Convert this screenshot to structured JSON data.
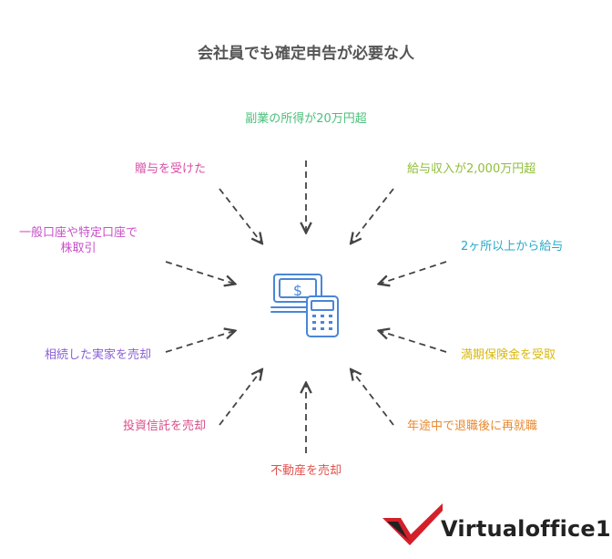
{
  "title": "会社員でも確定申告が必要な人",
  "center_icon": "cash-calculator-icon",
  "items": [
    {
      "text": "副業の所得が20万円超",
      "color": "#4bbf7a"
    },
    {
      "text": "給与収入が2,000万円超",
      "color": "#8fbf3a"
    },
    {
      "text": "2ヶ所以上から給与",
      "color": "#29a9c9"
    },
    {
      "text": "満期保険金を受取",
      "color": "#d9b80f"
    },
    {
      "text": "年途中で退職後に再就職",
      "color": "#e8892e"
    },
    {
      "text": "不動産を売却",
      "color": "#e0524e"
    },
    {
      "text": "投資信託を売却",
      "color": "#d94f8a"
    },
    {
      "text": "相続した実家を売却",
      "color": "#8a5fd6"
    },
    {
      "text": "一般口座や特定口座で\n株取引",
      "color": "#c94fc9"
    },
    {
      "text": "贈与を受けた",
      "color": "#d94fa6"
    }
  ],
  "brand": {
    "name": "Virtualoffice1",
    "logo_icon": "v-check-logo-icon",
    "accent": "#d4202a"
  }
}
